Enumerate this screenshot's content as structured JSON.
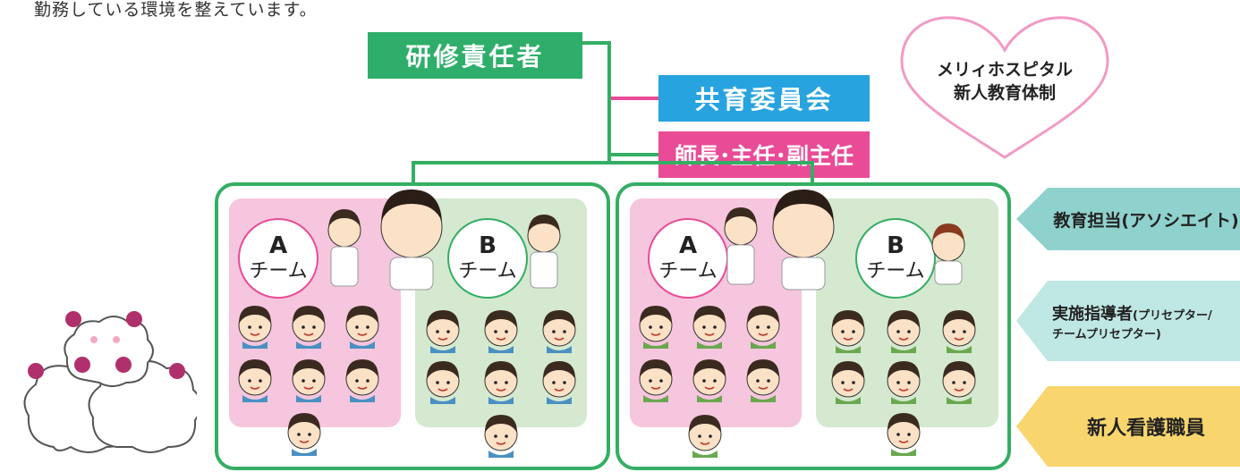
{
  "intro_text": "勤務している環境を整えています。",
  "org": {
    "top": "研修責任者",
    "committee": "共育委員会",
    "managers": "師長･主任･副主任"
  },
  "heart_label": {
    "line1": "メリィホスピタル",
    "line2": "新人教育体制"
  },
  "teams": {
    "a_letter": "A",
    "b_letter": "B",
    "team_word": "チーム"
  },
  "roles": {
    "associate": "教育担当(アソシエイト)",
    "preceptor_main": "実施指導者",
    "preceptor_sub1": "(プリセプター/",
    "preceptor_sub2": "チームプリセプター)",
    "new_staff": "新人看護職員"
  },
  "colors": {
    "green": "#2eae6a",
    "blue": "#27a3df",
    "pink": "#e94b97",
    "arrow_teal": "#8fd1cc",
    "arrow_lightteal": "#bfe7e3",
    "arrow_yellow": "#f8d56d"
  }
}
